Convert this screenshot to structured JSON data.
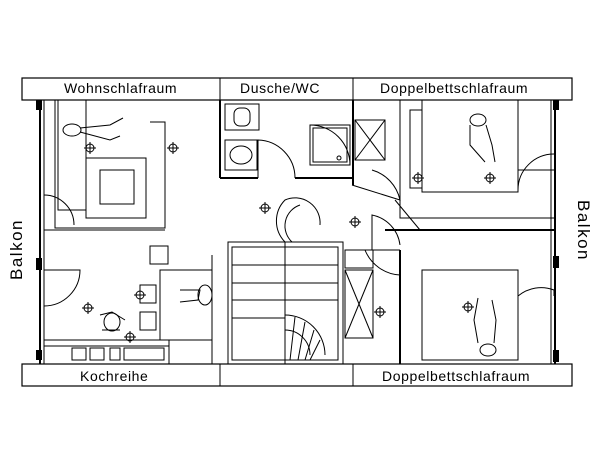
{
  "floor_plan": {
    "rooms": {
      "wohnschlafraum": "Wohnschlafraum",
      "dusche_wc": "Dusche/WC",
      "doppelbett_top": "Doppelbettschlafraum",
      "doppelbett_bottom": "Doppelbettschlafraum",
      "kochreihe": "Kochreihe"
    },
    "balconies": {
      "left": "Balkon",
      "right": "Balkon"
    }
  }
}
